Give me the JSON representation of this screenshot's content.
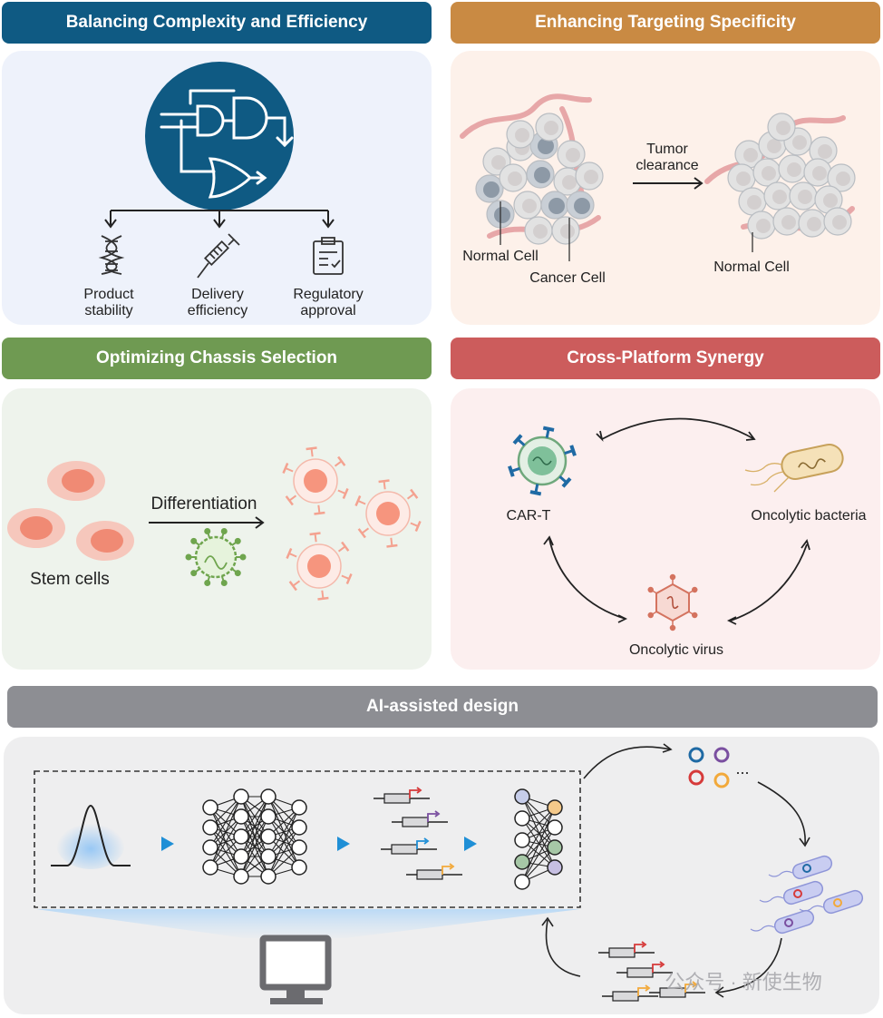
{
  "colors": {
    "blue": "#0f5a83",
    "orange": "#c98a43",
    "green": "#6f9a52",
    "red": "#cc5c5c",
    "gray": "#8d8e93",
    "panel_blue": "#eef2fb",
    "panel_orange": "#fdf1ea",
    "panel_green": "#eef3ec",
    "panel_red": "#fcefef",
    "panel_gray": "#eeeeef"
  },
  "panel1": {
    "title": "Balancing Complexity and Efficiency",
    "items": [
      {
        "line1": "Product",
        "line2": "stability",
        "icon": "dna-icon"
      },
      {
        "line1": "Delivery",
        "line2": "efficiency",
        "icon": "syringe-icon"
      },
      {
        "line1": "Regulatory",
        "line2": "approval",
        "icon": "clipboard-icon"
      }
    ]
  },
  "panel2": {
    "title": "Enhancing Targeting Specificity",
    "arrow_line1": "Tumor",
    "arrow_line2": "clearance",
    "normal_cell": "Normal Cell",
    "cancer_cell": "Cancer Cell",
    "normal_cell_right": "Normal Cell"
  },
  "panel3": {
    "title": "Optimizing Chassis Selection",
    "process": "Differentiation",
    "stem_cells": "Stem cells"
  },
  "panel4": {
    "title": "Cross-Platform Synergy",
    "car_t": "CAR-T",
    "bacteria": "Oncolytic bacteria",
    "virus": "Oncolytic virus"
  },
  "panel5": {
    "title": "AI-assisted design",
    "ellipsis": "...",
    "watermark": "公众号 · 新使生物"
  }
}
